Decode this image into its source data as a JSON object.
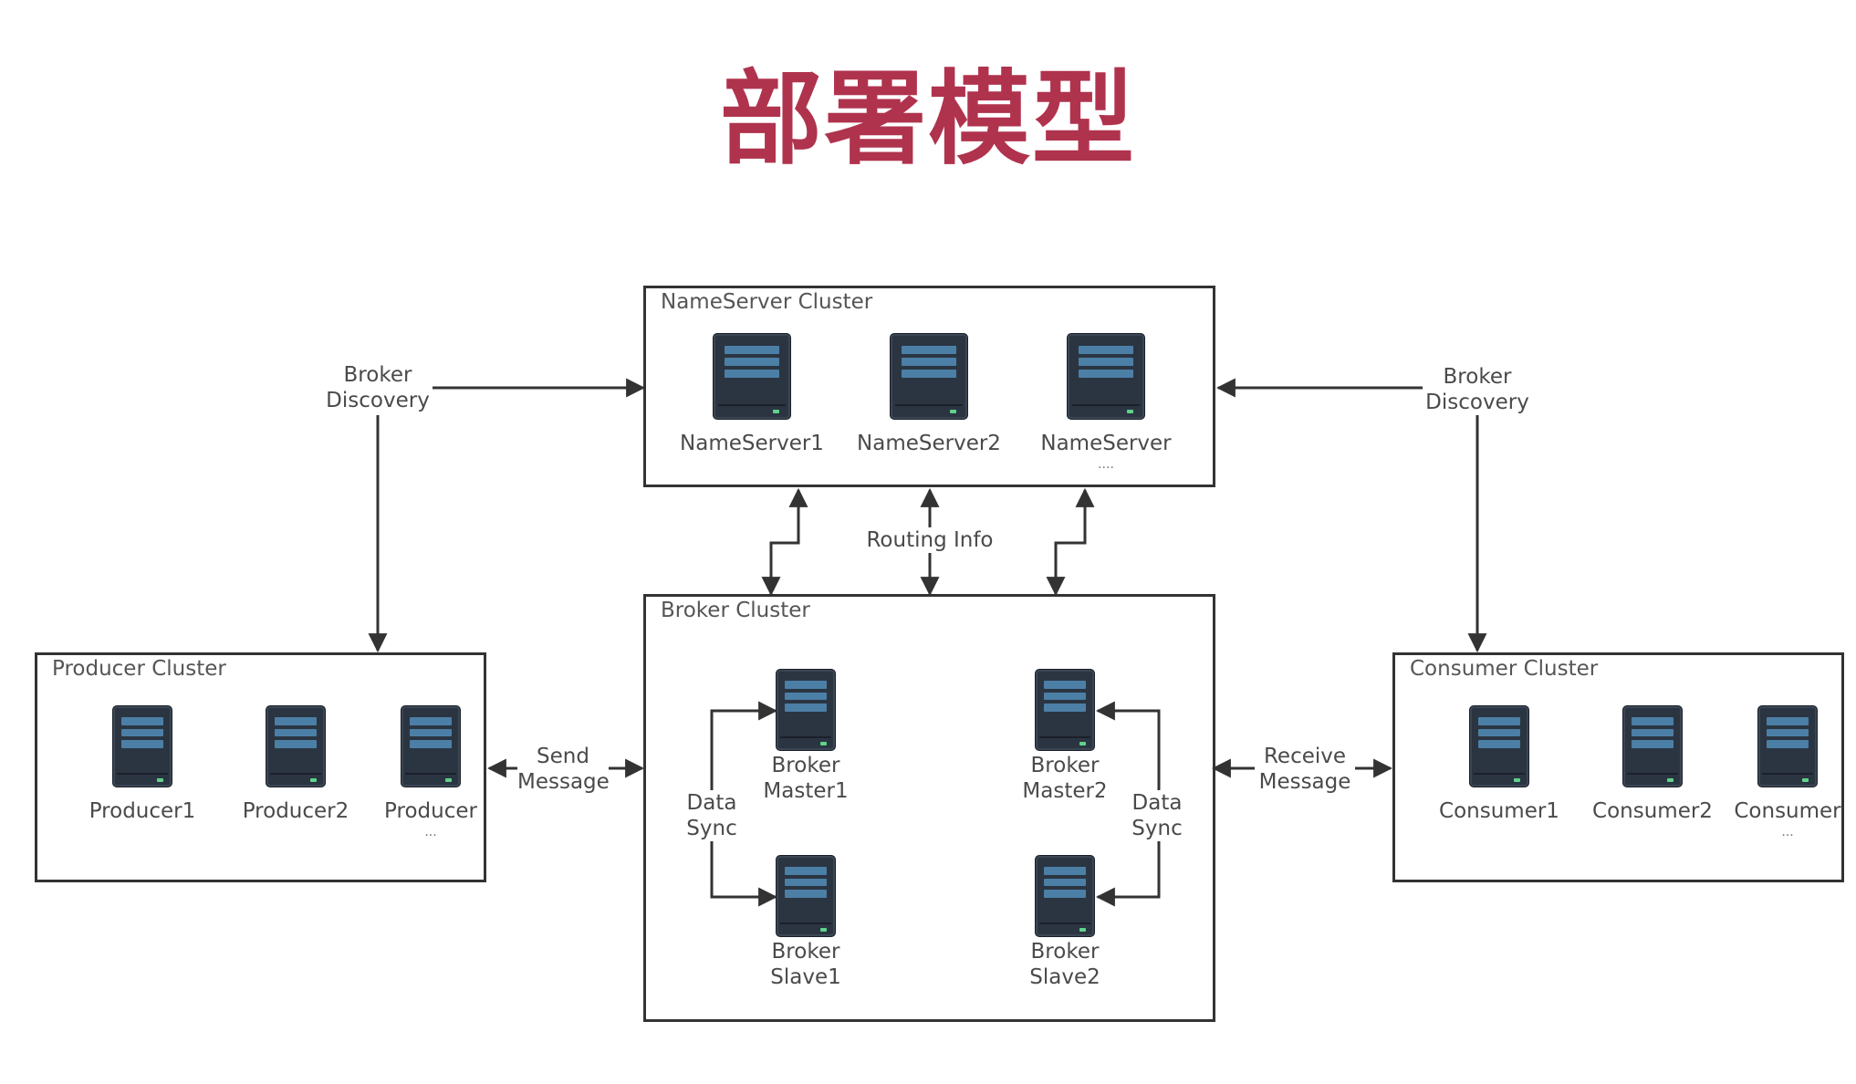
{
  "title": "部署模型",
  "clusters": {
    "nameserver": {
      "label": "NameServer Cluster",
      "nodes": [
        {
          "label": "NameServer1"
        },
        {
          "label": "NameServer2"
        },
        {
          "label": "NameServer",
          "more": "...."
        }
      ]
    },
    "broker": {
      "label": "Broker Cluster",
      "nodes": [
        {
          "label": "Broker\nMaster1"
        },
        {
          "label": "Broker\nMaster2"
        },
        {
          "label": "Broker\nSlave1"
        },
        {
          "label": "Broker\nSlave2"
        }
      ]
    },
    "producer": {
      "label": "Producer Cluster",
      "nodes": [
        {
          "label": "Producer1"
        },
        {
          "label": "Producer2"
        },
        {
          "label": "Producer",
          "more": "..."
        }
      ]
    },
    "consumer": {
      "label": "Consumer Cluster",
      "nodes": [
        {
          "label": "Consumer1"
        },
        {
          "label": "Consumer2"
        },
        {
          "label": "Consumer",
          "more": "..."
        }
      ]
    }
  },
  "edges": {
    "broker_discovery_left": "Broker\nDiscovery",
    "broker_discovery_right": "Broker\nDiscovery",
    "routing_info": "Routing Info",
    "send_message": "Send\nMessage",
    "receive_message": "Receive\nMessage",
    "data_sync_left": "Data Sync",
    "data_sync_right": "Data Sync"
  },
  "colors": {
    "title": "#b0334e",
    "server_body": "#2b3542",
    "server_slot": "#4c7fa6",
    "line": "#333333"
  },
  "icon": "server-icon"
}
